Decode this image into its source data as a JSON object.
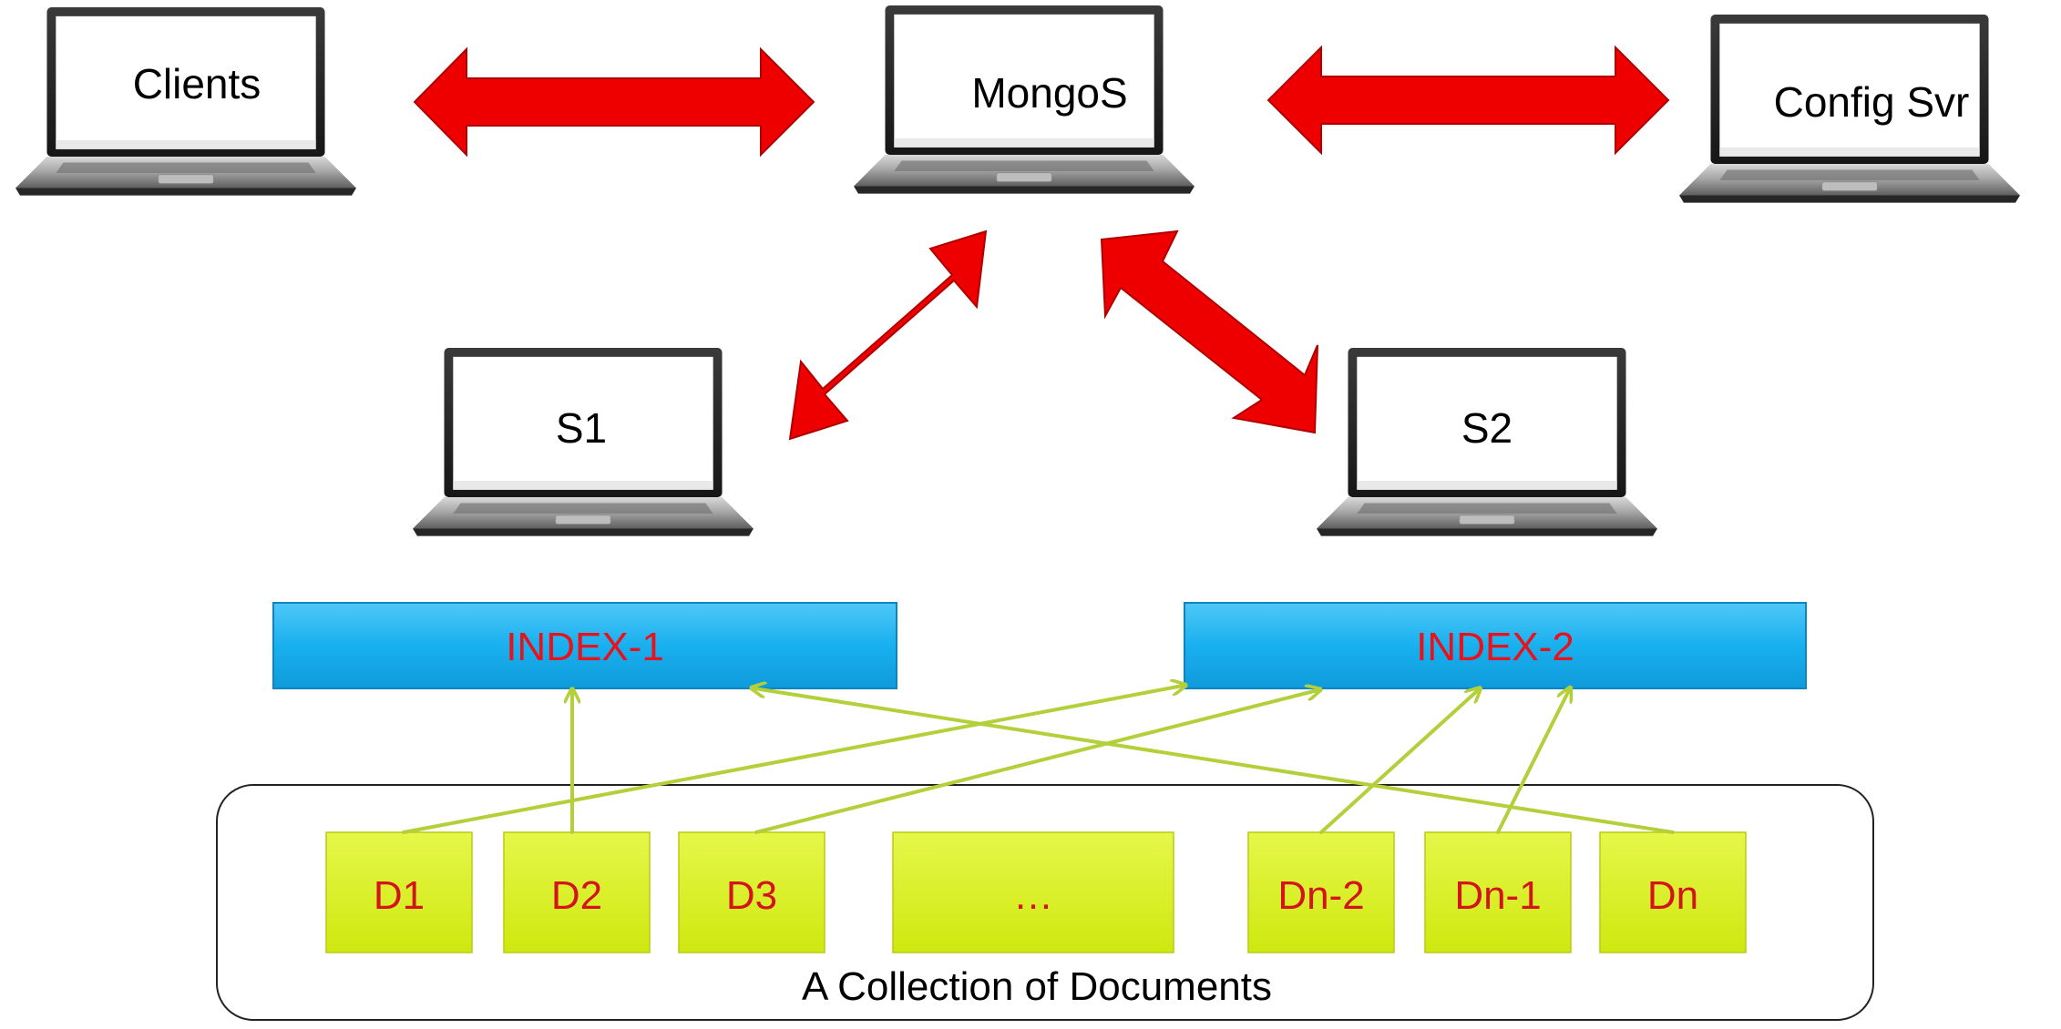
{
  "nodes": {
    "clients": "Clients",
    "mongos": "MongoS",
    "config": "Config Svr",
    "s1": "S1",
    "s2": "S2"
  },
  "indexes": {
    "index1": "INDEX-1",
    "index2": "INDEX-2"
  },
  "collection": {
    "label": "A Collection of Documents",
    "documents": [
      "D1",
      "D2",
      "D3",
      "…",
      "Dn-2",
      "Dn-1",
      "Dn"
    ]
  },
  "colors": {
    "arrow_red": "#ee0000",
    "index_blue": "#1cb4f2",
    "index_text": "#e8121c",
    "doc_yellow": "#d9f218",
    "doc_text": "#d4141c",
    "link_green": "#b3cf3a"
  },
  "icons": {
    "node": "laptop-icon",
    "link": "double-arrow-icon"
  }
}
